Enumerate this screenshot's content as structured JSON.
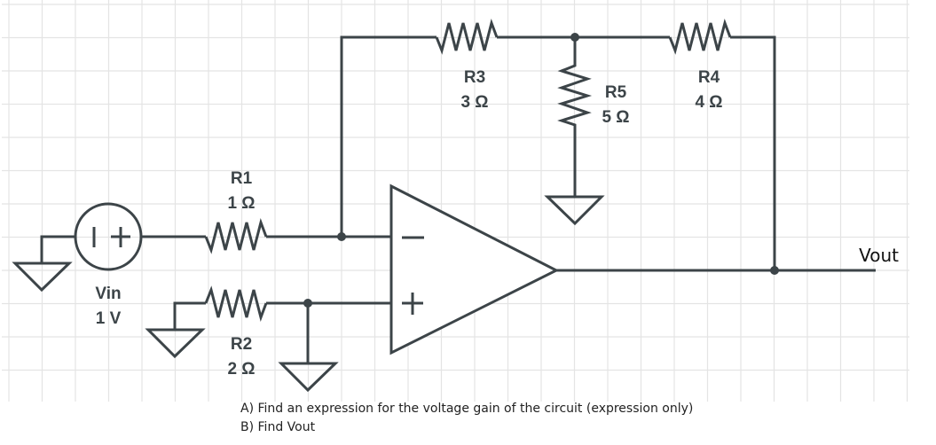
{
  "diagram": {
    "type": "op-amp circuit schematic",
    "source": {
      "name": "Vin",
      "value": "1 V",
      "polarity_symbols": [
        "|",
        "+"
      ]
    },
    "resistors": [
      {
        "id": "r1",
        "name": "R1",
        "value": "1 Ω"
      },
      {
        "id": "r2",
        "name": "R2",
        "value": "2 Ω"
      },
      {
        "id": "r3",
        "name": "R3",
        "value": "3 Ω"
      },
      {
        "id": "r4",
        "name": "R4",
        "value": "4 Ω"
      },
      {
        "id": "r5",
        "name": "R5",
        "value": "5 Ω"
      }
    ],
    "opamp": {
      "inverting_symbol": "−",
      "noninverting_symbol": "+"
    },
    "output_label": "Vout",
    "colors": {
      "wire": "#3c4448",
      "grid": "#e4e4e4",
      "background": "#ffffff"
    }
  },
  "questions": [
    "A) Find an expression for the voltage gain of the circuit (expression only)",
    "B) Find Vout"
  ]
}
